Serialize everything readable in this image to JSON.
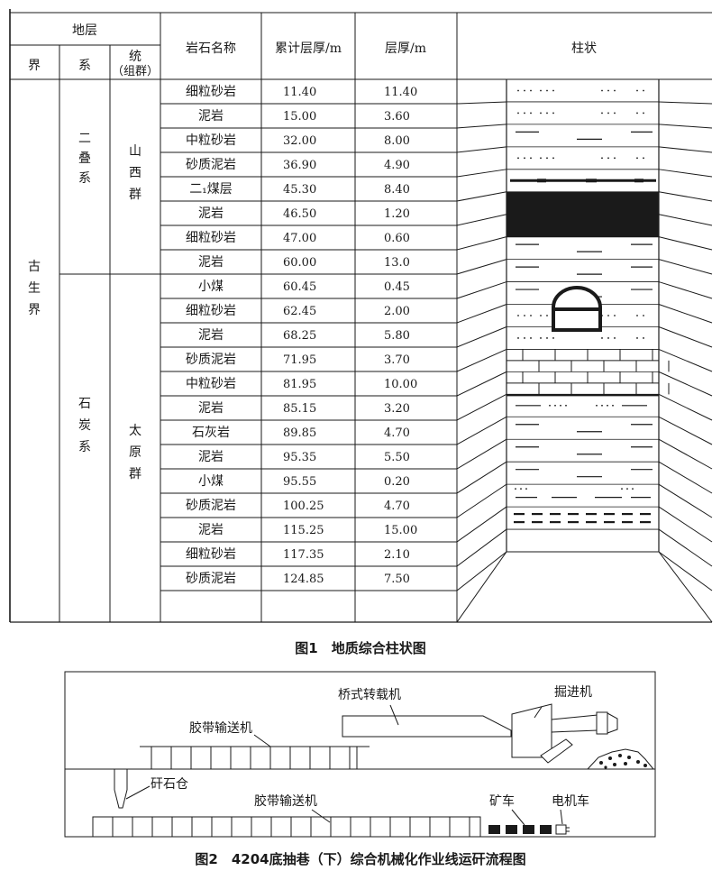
{
  "fig1": {
    "caption": "图1　地质综合柱状图",
    "header": {
      "strata": "地层",
      "jie": "界",
      "xi": "系",
      "tong_line1": "统",
      "tong_line2": "（组群）",
      "rock": "岩石名称",
      "cum": "累计层厚/m",
      "thick": "层厚/m",
      "column": "柱状"
    },
    "jie_value": [
      "古",
      "生",
      "界"
    ],
    "systems": [
      {
        "chars": [
          "二",
          "叠",
          "系"
        ]
      },
      {
        "chars": [
          "石",
          "炭",
          "系"
        ]
      }
    ],
    "groups": [
      {
        "chars": [
          "山",
          "西",
          "群"
        ]
      },
      {
        "chars": [
          "太",
          "原",
          "群"
        ]
      }
    ],
    "rows": [
      {
        "name": "细粒砂岩",
        "cum": "11.40",
        "thick": "11.40",
        "pattern": "dots"
      },
      {
        "name": "泥岩",
        "cum": "15.00",
        "thick": "3.60",
        "pattern": "dots"
      },
      {
        "name": "中粒砂岩",
        "cum": "32.00",
        "thick": "8.00",
        "pattern": "dash"
      },
      {
        "name": "砂质泥岩",
        "cum": "36.90",
        "thick": "4.90",
        "pattern": "dots"
      },
      {
        "name": "二₁煤层",
        "cum": "45.30",
        "thick": "8.40",
        "pattern": "coalline"
      },
      {
        "name": "泥岩",
        "cum": "46.50",
        "thick": "1.20",
        "pattern": "coal"
      },
      {
        "name": "细粒砂岩",
        "cum": "47.00",
        "thick": "0.60",
        "pattern": "coal"
      },
      {
        "name": "泥岩",
        "cum": "60.00",
        "thick": "13.0",
        "pattern": "dash"
      },
      {
        "name": "小煤",
        "cum": "60.45",
        "thick": "0.45",
        "pattern": "dash"
      },
      {
        "name": "细粒砂岩",
        "cum": "62.45",
        "thick": "2.00",
        "pattern": "dash"
      },
      {
        "name": "泥岩",
        "cum": "68.25",
        "thick": "5.80",
        "pattern": "dots"
      },
      {
        "name": "砂质泥岩",
        "cum": "71.95",
        "thick": "3.70",
        "pattern": "dots"
      },
      {
        "name": "中粒砂岩",
        "cum": "81.95",
        "thick": "10.00",
        "pattern": "brick"
      },
      {
        "name": "泥岩",
        "cum": "85.15",
        "thick": "3.20",
        "pattern": "brick"
      },
      {
        "name": "石灰岩",
        "cum": "89.85",
        "thick": "4.70",
        "pattern": "dashdots"
      },
      {
        "name": "泥岩",
        "cum": "95.35",
        "thick": "5.50",
        "pattern": "dash"
      },
      {
        "name": "小煤",
        "cum": "95.55",
        "thick": "0.20",
        "pattern": "dash"
      },
      {
        "name": "砂质泥岩",
        "cum": "100.25",
        "thick": "4.70",
        "pattern": "dash"
      },
      {
        "name": "泥岩",
        "cum": "115.25",
        "thick": "15.00",
        "pattern": "dotsdash"
      },
      {
        "name": "细粒砂岩",
        "cum": "117.35",
        "thick": "2.10",
        "pattern": "thickdash"
      },
      {
        "name": "砂质泥岩",
        "cum": "124.85",
        "thick": "7.50",
        "pattern": "blank"
      }
    ]
  },
  "fig2": {
    "caption": "图2　4204底抽巷（下）综合机械化作业线运矸流程图",
    "labels": {
      "bridge": "桥式转载机",
      "roadheader": "掘进机",
      "belt_upper": "胶带输送机",
      "bin": "矸石仓",
      "belt_lower": "胶带输送机",
      "car": "矿车",
      "loco": "电机车"
    }
  }
}
